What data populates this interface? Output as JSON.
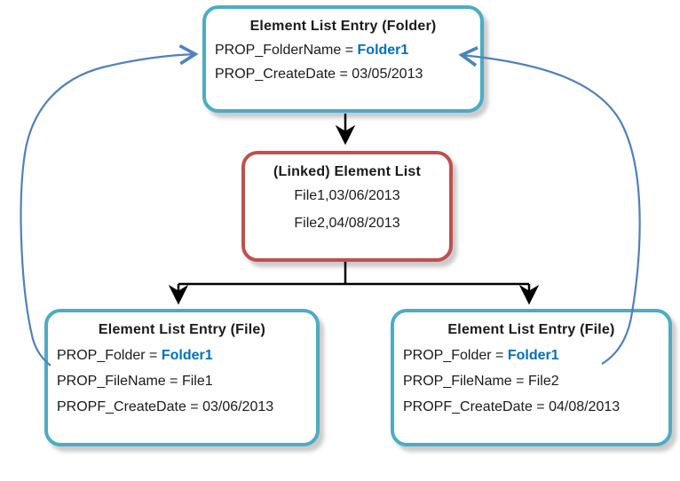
{
  "colors": {
    "teal": "#4BACC6",
    "red": "#C0504D",
    "arrow-blue": "#4F81BD",
    "arrow-black": "#000000",
    "value-blue": "#0070C0"
  },
  "folder_box": {
    "title": "Element List Entry (Folder)",
    "folder_name_label": "PROP_FolderName = ",
    "folder_name_value": "Folder1",
    "create_date_line": "PROP_CreateDate = 03/05/2013"
  },
  "linked_list_box": {
    "title": "(Linked) Element List",
    "row1": "File1,03/06/2013",
    "row2": "File2,04/08/2013"
  },
  "file1_box": {
    "title": "Element List Entry (File)",
    "folder_label": "PROP_Folder = ",
    "folder_value": "Folder1",
    "file_name_line": "PROP_FileName = File1",
    "create_date_line": "PROPF_CreateDate = 03/06/2013"
  },
  "file2_box": {
    "title": "Element List Entry (File)",
    "folder_label": "PROP_Folder = ",
    "folder_value": "Folder1",
    "file_name_line": "PROP_FileName = File2",
    "create_date_line": "PROPF_CreateDate = 04/08/2013"
  }
}
